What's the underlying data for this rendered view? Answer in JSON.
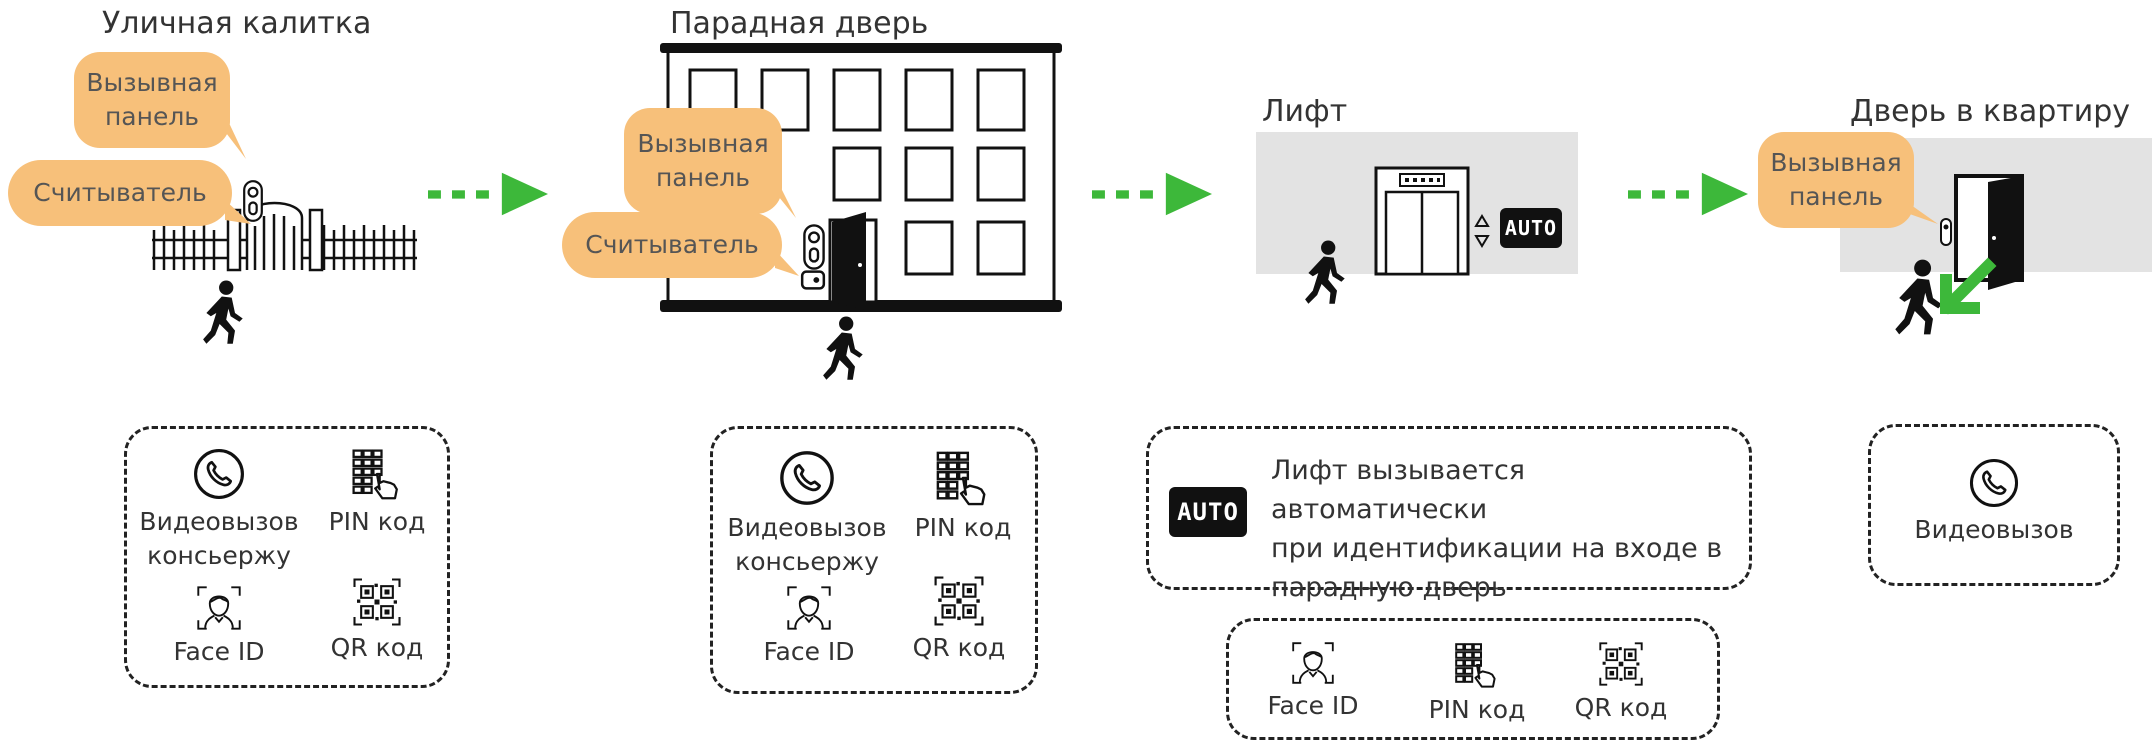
{
  "stages": [
    {
      "title": "Уличная калитка",
      "bubbles": [
        "Вызывная\nпанель",
        "Считыватель"
      ]
    },
    {
      "title": "Парадная дверь",
      "bubbles": [
        "Вызывная\nпанель",
        "Считыватель"
      ]
    },
    {
      "title": "Лифт",
      "auto": "AUTO"
    },
    {
      "title": "Дверь в квартиру",
      "bubbles": [
        "Вызывная\nпанель"
      ]
    }
  ],
  "options": {
    "gate": [
      {
        "icon": "phone-icon",
        "label": "Видеовызов\nконсьержу"
      },
      {
        "icon": "keypad-icon",
        "label": "PIN код"
      },
      {
        "icon": "face-id-icon",
        "label": "Face ID"
      },
      {
        "icon": "qr-icon",
        "label": "QR код"
      }
    ],
    "entrance": [
      {
        "icon": "phone-icon",
        "label": "Видеовызов\nконсьержу"
      },
      {
        "icon": "keypad-icon",
        "label": "PIN код"
      },
      {
        "icon": "face-id-icon",
        "label": "Face ID"
      },
      {
        "icon": "qr-icon",
        "label": "QR код"
      }
    ],
    "lift": {
      "badge": "AUTO",
      "text": "Лифт вызывается автоматически\nпри идентификации на входе в\nпарадную дверь",
      "items": [
        {
          "icon": "face-id-icon",
          "label": "Face ID"
        },
        {
          "icon": "keypad-icon",
          "label": "PIN код"
        },
        {
          "icon": "qr-icon",
          "label": "QR код"
        }
      ]
    },
    "apartment": [
      {
        "icon": "phone-icon",
        "label": "Видеовызов"
      }
    ]
  },
  "colors": {
    "accent": "#3db83a",
    "bubble": "#f7c07a",
    "panel": "#e3e3e3"
  }
}
